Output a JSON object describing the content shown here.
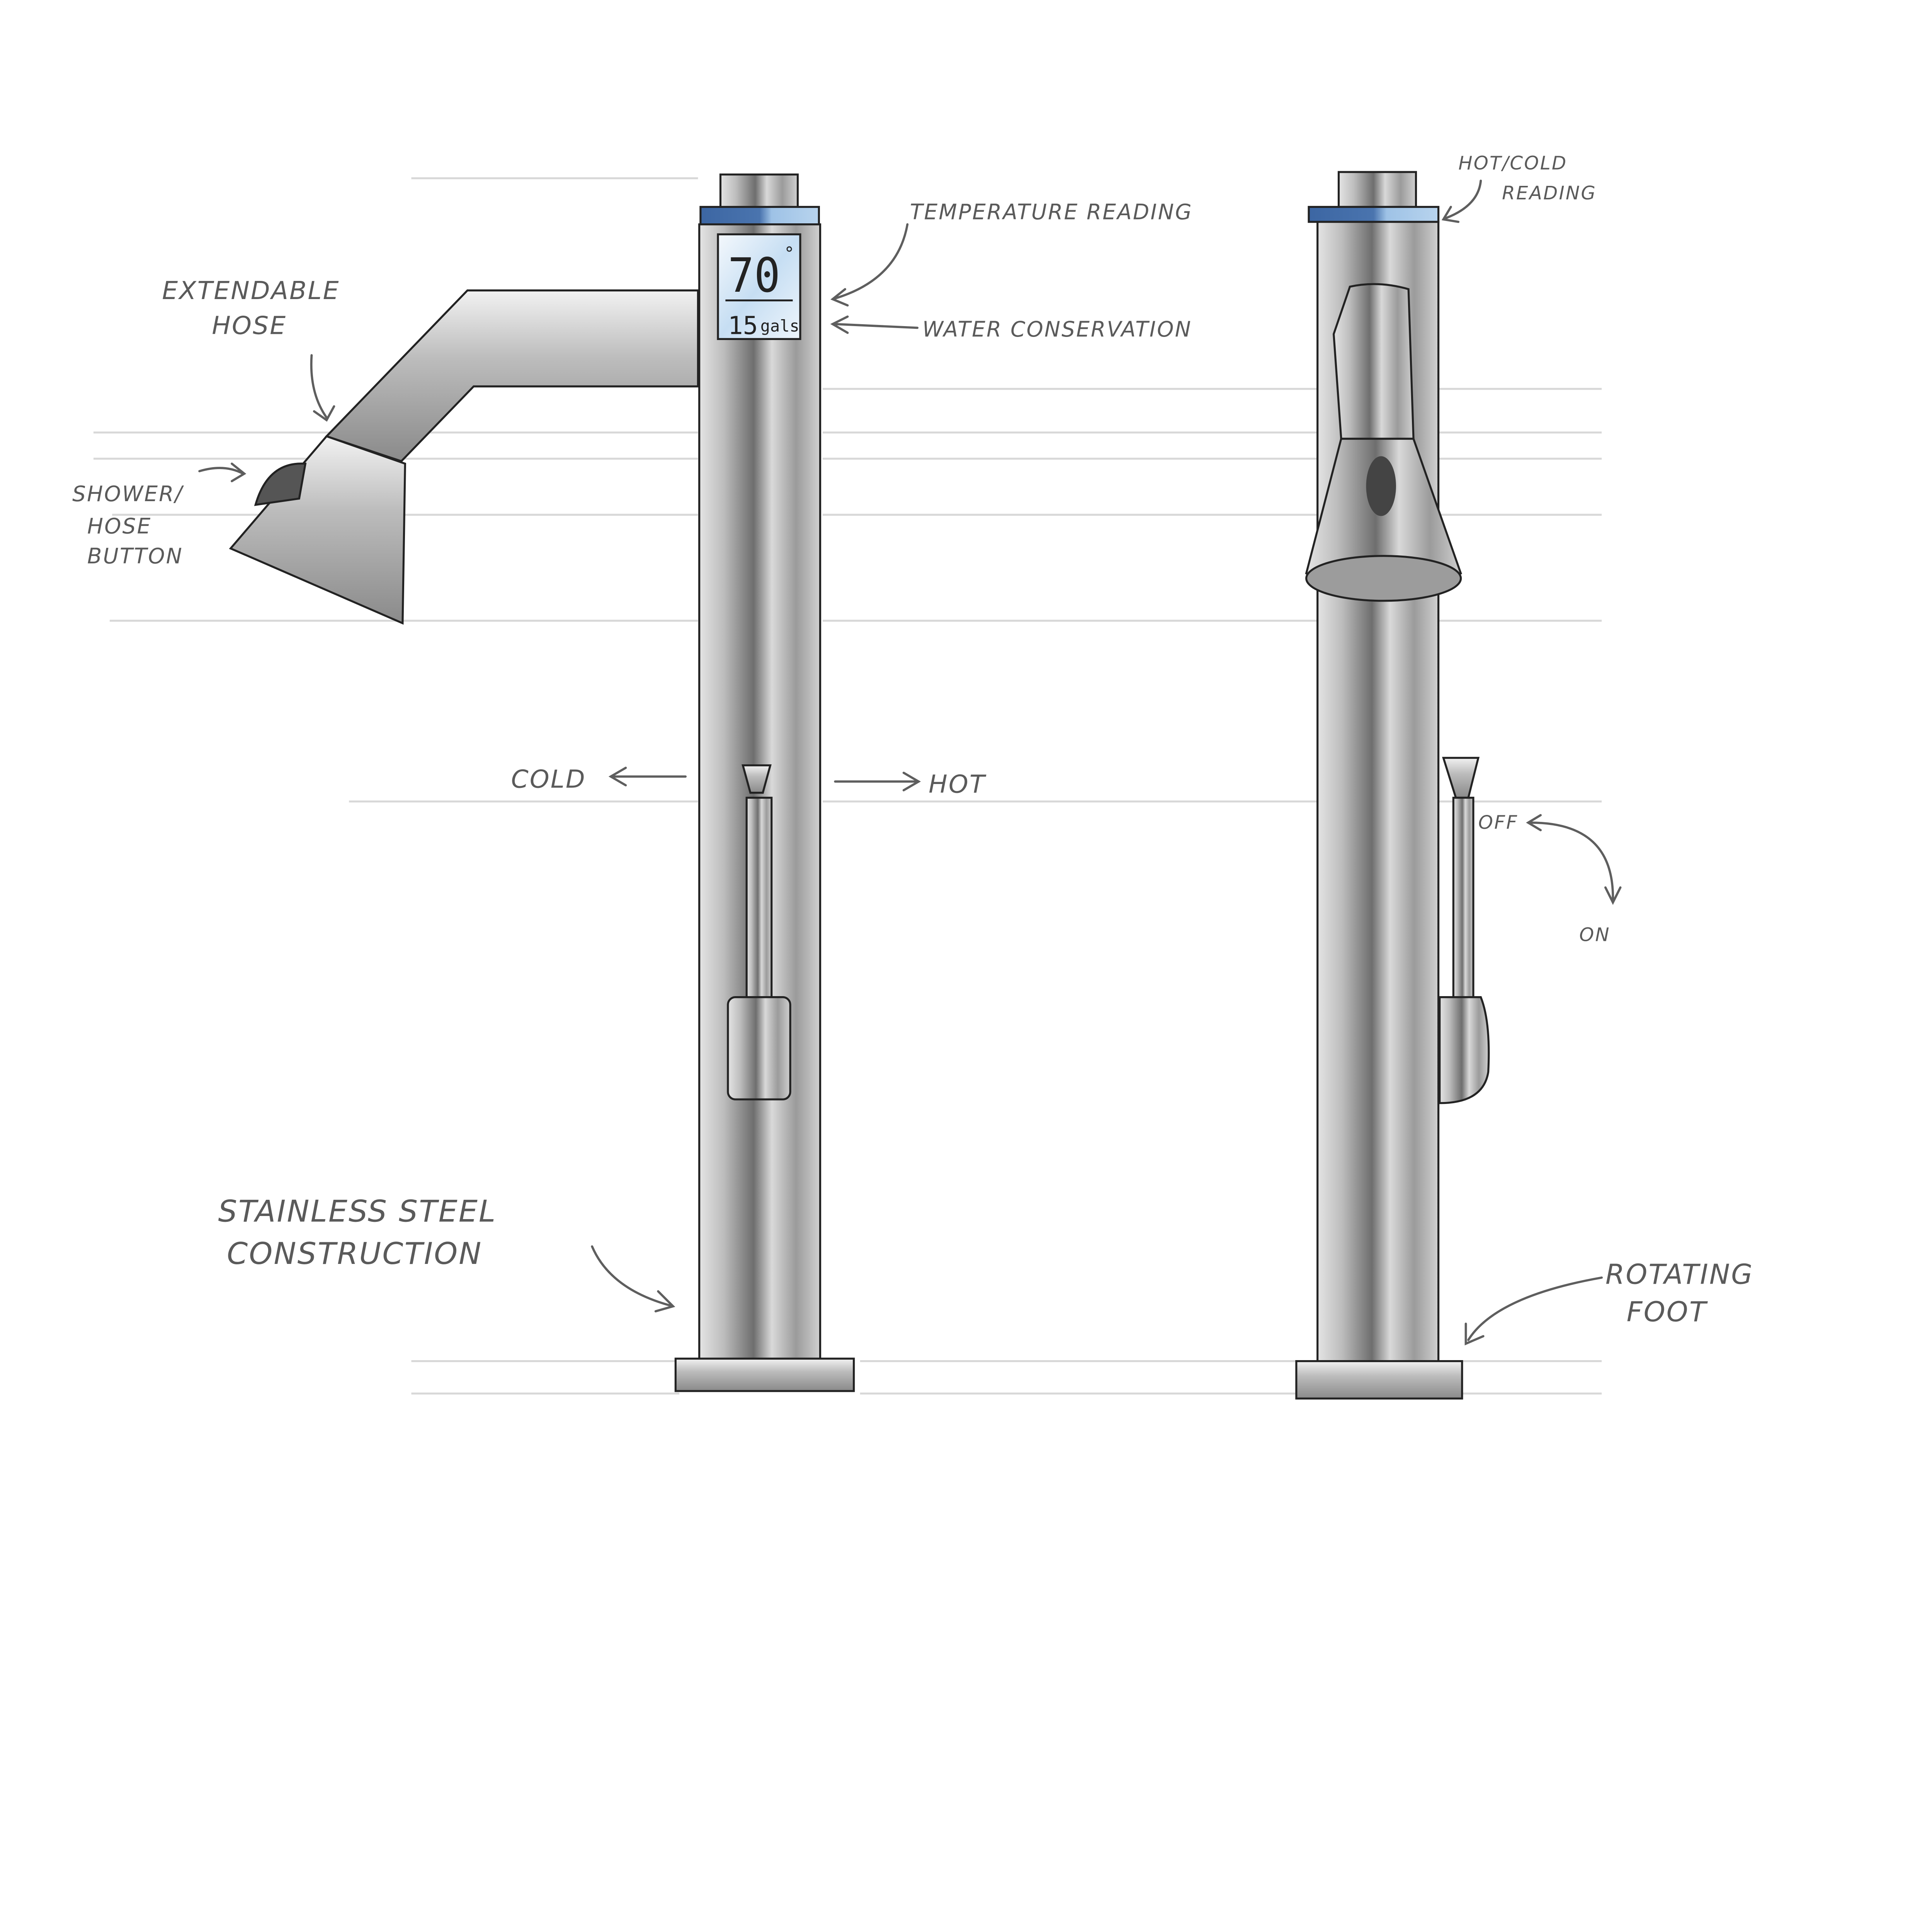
{
  "annotations": {
    "extendable_hose": [
      "EXTENDABLE",
      "HOSE"
    ],
    "shower_button": [
      "SHOWER/",
      "HOSE",
      "BUTTON"
    ],
    "temperature_reading": "TEMPERATURE READING",
    "water_conservation": "WATER CONSERVATION",
    "cold": "COLD",
    "hot": "HOT",
    "stainless_steel": [
      "STAINLESS STEEL",
      "CONSTRUCTION"
    ],
    "hot_cold_reading": [
      "HOT/COLD",
      "READING"
    ],
    "off": "OFF",
    "on": "ON",
    "rotating_foot": [
      "ROTATING",
      "FOOT"
    ]
  },
  "display": {
    "temperature": "70",
    "degree_symbol": "°",
    "gallons": "15",
    "gallons_unit": "gals"
  },
  "colors": {
    "steel_dark": "#6f6f6f",
    "steel_light": "#e6e6e6",
    "lcd_blue": "#cfe3f5",
    "ring_blue": "#3e6aa6"
  }
}
